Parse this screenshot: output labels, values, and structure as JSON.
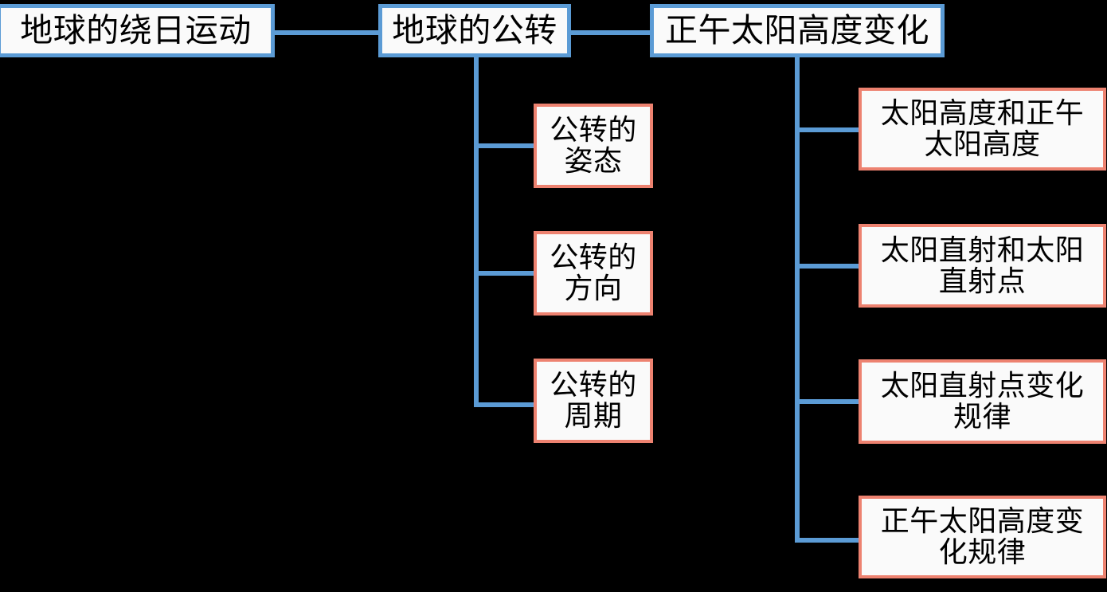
{
  "diagram": {
    "type": "hierarchy-tree",
    "title_text": "地球的绕日运动",
    "background_color": "#000000",
    "node_fill_color": "#FAFAFA",
    "level1_border_color": "#5B9BD5",
    "level2_border_color": "#ED8270",
    "connector_color": "#5B9BD5",
    "root": {
      "label": "地球的绕日运动"
    },
    "branches": [
      {
        "label": "地球的公转",
        "children": [
          {
            "label": "公转的\n姿态"
          },
          {
            "label": "公转的\n方向"
          },
          {
            "label": "公转的\n周期"
          }
        ]
      },
      {
        "label": "正午太阳高度变化",
        "children": [
          {
            "label": "太阳高度和正午\n太阳高度"
          },
          {
            "label": "太阳直射和太阳\n直射点"
          },
          {
            "label": "太阳直射点变化\n规律"
          },
          {
            "label": "正午太阳高度变\n化规律"
          }
        ]
      }
    ]
  }
}
